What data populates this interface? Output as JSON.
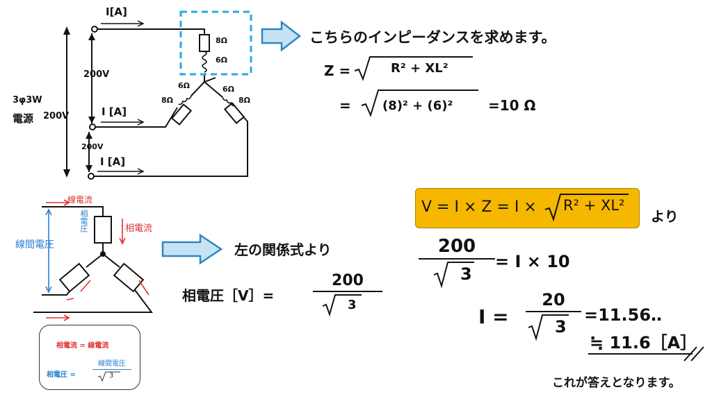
{
  "top_circuit": {
    "current_label_1": "I[A]",
    "current_label_2": "I [A]",
    "current_label_3": "I [A]",
    "resistor_top_r": "8Ω",
    "resistor_top_x": "6Ω",
    "resistor_left_x": "6Ω",
    "resistor_left_r": "8Ω",
    "resistor_right_x": "6Ω",
    "resistor_right_r": "8Ω",
    "voltage_upper": "200V",
    "voltage_middle": "200V",
    "voltage_lower": "200V",
    "source_line1": "3φ3W",
    "source_line2": "電源"
  },
  "impedance": {
    "heading": "こちらのインピーダンスを求めます。",
    "z_prefix": "Z =",
    "z_radicand": "R² + XL²",
    "eq2_prefix": "=",
    "eq2_radicand": "(8)² + (6)²",
    "eq2_result": "=10 Ω"
  },
  "lower_diagram": {
    "line_current": "線電流",
    "phase_current": "相電流",
    "phase_voltage": "相電圧",
    "line_voltage": "線間電圧",
    "legend_line1": "相電流 = 線電流",
    "legend_prefix": "相電圧 =",
    "legend_numerator": "線間電圧",
    "legend_denominator": "3"
  },
  "relation": {
    "arrow_text": "左の関係式より",
    "label": "相電圧［V］=",
    "numerator": "200",
    "denominator": "3"
  },
  "solution": {
    "formula_left": "V = I × Z = I ×",
    "formula_radicand": "R² + XL²",
    "formula_suffix": "より",
    "eq1_numerator": "200",
    "eq1_denominator": "3",
    "eq1_right": "= I × 10",
    "eq2_left": "I =",
    "eq2_numerator": "20",
    "eq2_denominator": "3",
    "eq2_right": "=11.56‥",
    "eq3": "≒ 11.6［A］",
    "answer_note": "これが答えとなります。"
  },
  "colors": {
    "arrow_fill": "#c6e3f5",
    "arrow_stroke": "#2e86c1",
    "dash_box": "#29a8e0",
    "red": "#e03030",
    "blue": "#2a7fd4",
    "highlight": "#f5b700"
  }
}
